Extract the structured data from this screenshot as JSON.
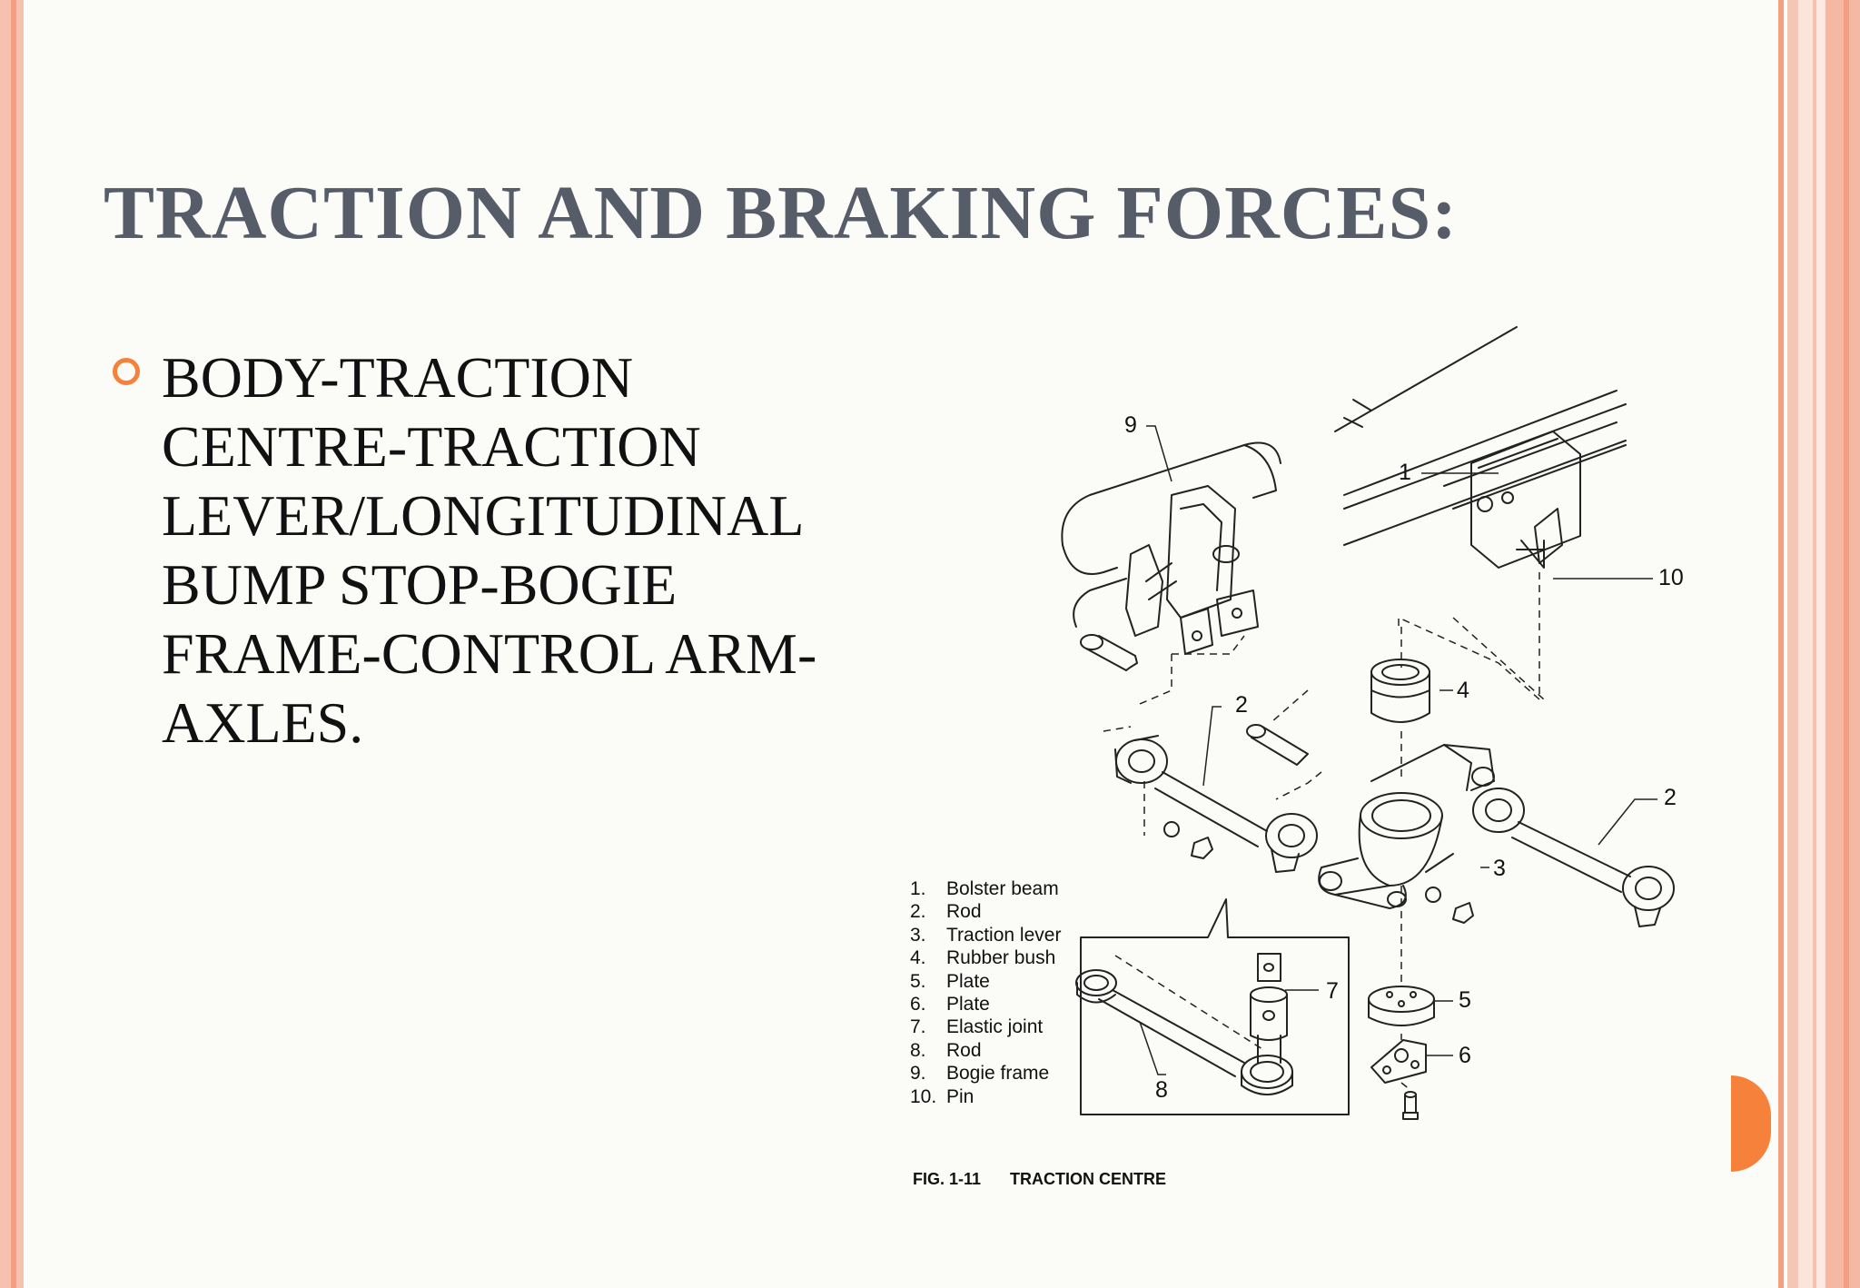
{
  "title": "TRACTION AND BRAKING FORCES:",
  "bullet": {
    "lines": [
      "BODY-TRACTION",
      "CENTRE-TRACTION",
      "LEVER/LONGITUDINAL",
      "BUMP STOP-BOGIE",
      "FRAME-CONTROL ARM-",
      "AXLES."
    ]
  },
  "figure": {
    "legend": [
      {
        "num": "1.",
        "label": "Bolster beam"
      },
      {
        "num": "2.",
        "label": "Rod"
      },
      {
        "num": "3.",
        "label": "Traction lever"
      },
      {
        "num": "4.",
        "label": "Rubber bush"
      },
      {
        "num": "5.",
        "label": "Plate"
      },
      {
        "num": "6.",
        "label": "Plate"
      },
      {
        "num": "7.",
        "label": "Elastic joint"
      },
      {
        "num": "8.",
        "label": "Rod"
      },
      {
        "num": "9.",
        "label": "Bogie frame"
      },
      {
        "num": "10.",
        "label": "Pin"
      }
    ],
    "callouts": [
      "9",
      "1",
      "10",
      "4",
      "2",
      "2",
      "3",
      "7",
      "5",
      "6",
      "8"
    ],
    "caption_num": "FIG. 1-11",
    "caption_title": "TRACTION CENTRE"
  },
  "colors": {
    "title": "#565d69",
    "accent": "#f5813b",
    "border": "#f6c1ae"
  }
}
